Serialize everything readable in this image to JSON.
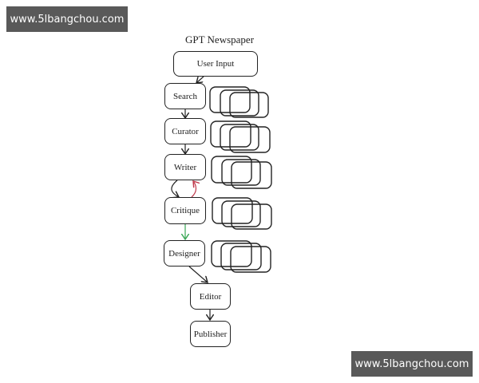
{
  "watermarks": [
    "www.5lbangchou.com",
    "www.5lbangchou.com"
  ],
  "diagram": {
    "title": "GPT Newspaper",
    "nodes": [
      "User Input",
      "Search",
      "Curator",
      "Writer",
      "Critique",
      "Designer",
      "Editor",
      "Publisher"
    ],
    "edges": [
      {
        "from": "User Input",
        "to": "Search",
        "color": "#222222"
      },
      {
        "from": "Search",
        "to": "Curator",
        "color": "#222222"
      },
      {
        "from": "Curator",
        "to": "Writer",
        "color": "#222222"
      },
      {
        "from": "Writer",
        "to": "Critique",
        "color": "#222222"
      },
      {
        "from": "Critique",
        "to": "Writer",
        "color": "#c0394b"
      },
      {
        "from": "Critique",
        "to": "Designer",
        "color": "#3aa655"
      },
      {
        "from": "Designer",
        "to": "Editor",
        "color": "#222222"
      },
      {
        "from": "Editor",
        "to": "Publisher",
        "color": "#222222"
      }
    ],
    "parallel_stacks": 5
  }
}
